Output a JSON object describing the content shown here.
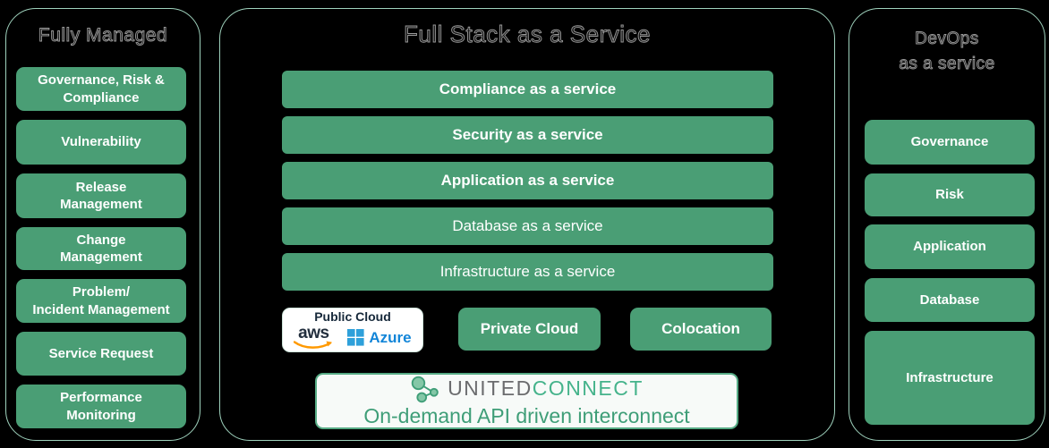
{
  "colors": {
    "background": "#000000",
    "box_green": "#4a9e75",
    "panel_border": "#9fd2bd",
    "connector_line": "#7fae9a",
    "brand_gray": "#6b6c6e",
    "brand_green": "#45b38b",
    "tagline_green": "#3f9e78",
    "aws_navy": "#232f3e",
    "aws_orange": "#ff9900",
    "azure_blue": "#1285d8",
    "box_text": "#ffffff"
  },
  "left_panel": {
    "title": "Fully Managed",
    "items": [
      "Governance, Risk &\nCompliance",
      "Vulnerability",
      "Release\nManagement",
      "Change\nManagement",
      "Problem/\nIncident Management",
      "Service Request",
      "Performance\nMonitoring"
    ]
  },
  "center_panel": {
    "title": "Full Stack as a Service",
    "layers": [
      "Compliance as a service",
      "Security as a service",
      "Application as a service",
      "Database as a service",
      "Infrastructure as a service"
    ],
    "public_cloud": {
      "label": "Public Cloud",
      "aws_label": "aws",
      "azure_label": "Azure"
    },
    "private_cloud": "Private Cloud",
    "colocation": "Colocation",
    "interconnect": {
      "brand_left": "UNITED",
      "brand_right": "CONNECT",
      "tagline": "On-demand API driven interconnect"
    }
  },
  "right_panel": {
    "title": "DevOps\nas a service",
    "items": [
      "Governance",
      "Risk",
      "Application",
      "Database",
      "Infrastructure"
    ]
  }
}
